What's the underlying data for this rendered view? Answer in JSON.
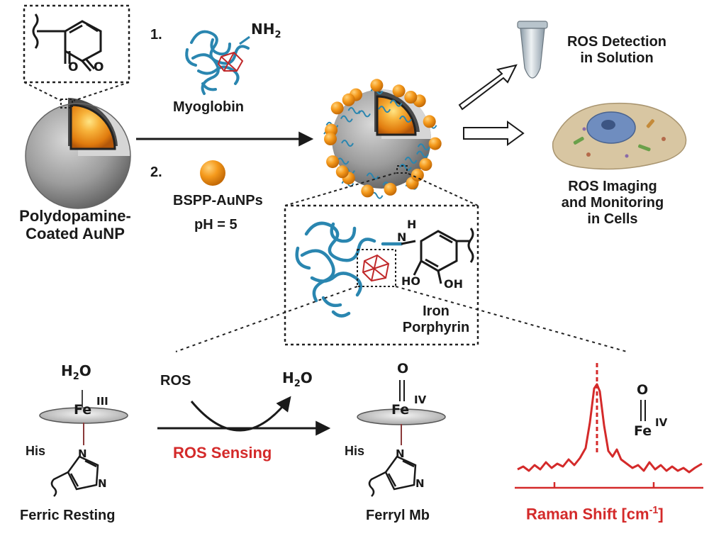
{
  "labels": {
    "step1": "1.",
    "step2": "2.",
    "myoglobin": "Myoglobin",
    "nh2": "NH",
    "nh2_sub": "2",
    "bspp": "BSPP-AuNPs",
    "ph": "pH = 5",
    "pda_line1": "Polydopamine-",
    "pda_line2": "Coated AuNP",
    "ros_detection_line1": "ROS Detection",
    "ros_detection_line2": "in Solution",
    "ros_imaging_line1": "ROS Imaging",
    "ros_imaging_line2": "and Monitoring",
    "ros_imaging_line3": "in Cells",
    "iron_line1": "Iron",
    "iron_line2": "Porphyrin",
    "amine_h": "H",
    "amine_n": "N",
    "ho": "HO",
    "oh": "OH",
    "quinone_o1": "O",
    "quinone_o2": "O",
    "ros": "ROS",
    "water_product": "H",
    "water_product_sub": "2",
    "water_product_o": "O",
    "water_ligand": "H",
    "water_ligand_sub": "2",
    "water_ligand_o": "O",
    "fe_resting": "Fe",
    "fe_resting_ox": "III",
    "fe_ferryl": "Fe",
    "fe_ferryl_ox": "IV",
    "fe_spectrum": "Fe",
    "fe_spectrum_ox": "IV",
    "oxo_ferryl": "O",
    "oxo_spectrum": "O",
    "his_resting": "His",
    "his_ferryl": "His",
    "imid_n_top_resting": "N",
    "imid_n_bot_resting": "N",
    "imid_n_top_ferryl": "N",
    "imid_n_bot_ferryl": "N",
    "ros_sensing": "ROS Sensing",
    "ferric_resting": "Ferric Resting",
    "ferryl_mb": "Ferryl Mb",
    "raman_axis": "Raman Shift [cm",
    "raman_axis_sup": "-1",
    "raman_axis_end": "]"
  },
  "colors": {
    "gold_core": "#f39a1b",
    "gold_highlight": "#ffe07a",
    "shell_gray": "#9a9a9a",
    "protein_blue": "#2a86b0",
    "heme_red": "#c0282a",
    "spectrum_red": "#d42a2a",
    "cell_body": "#d9c9a8",
    "nucleus": "#7d98c4",
    "text": "#1a1a1a"
  },
  "icons": [
    "tube-icon",
    "cell-icon",
    "myoglobin-protein-icon",
    "gold-nanoparticle-icon",
    "conjugate-nanoparticle-icon"
  ]
}
